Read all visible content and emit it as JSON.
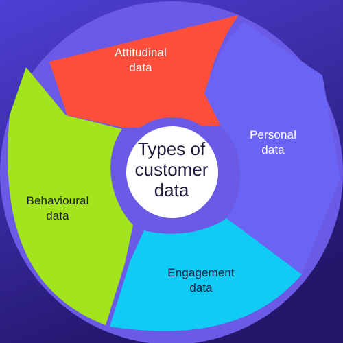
{
  "colors": {
    "background_top": "#4f3fd6",
    "background_bottom": "#23166b",
    "ring_gap": "#6a5ae6",
    "attitudinal": "#ff4f3a",
    "personal": "#6b63f4",
    "engagement": "#10ccf4",
    "behavioural": "#a4e41c",
    "center_fill": "#ffffff",
    "center_ring": "#6a5ae6",
    "text_dark": "#1c1c3a",
    "text_light": "#ffffff"
  },
  "center": {
    "line1": "Types of",
    "line2": "customer",
    "line3": "data"
  },
  "segments": {
    "attitudinal": {
      "line1": "Attitudinal",
      "line2": "data"
    },
    "personal": {
      "line1": "Personal",
      "line2": "data"
    },
    "engagement": {
      "line1": "Engagement",
      "line2": "data"
    },
    "behavioural": {
      "line1": "Behavioural",
      "line2": "data"
    }
  }
}
